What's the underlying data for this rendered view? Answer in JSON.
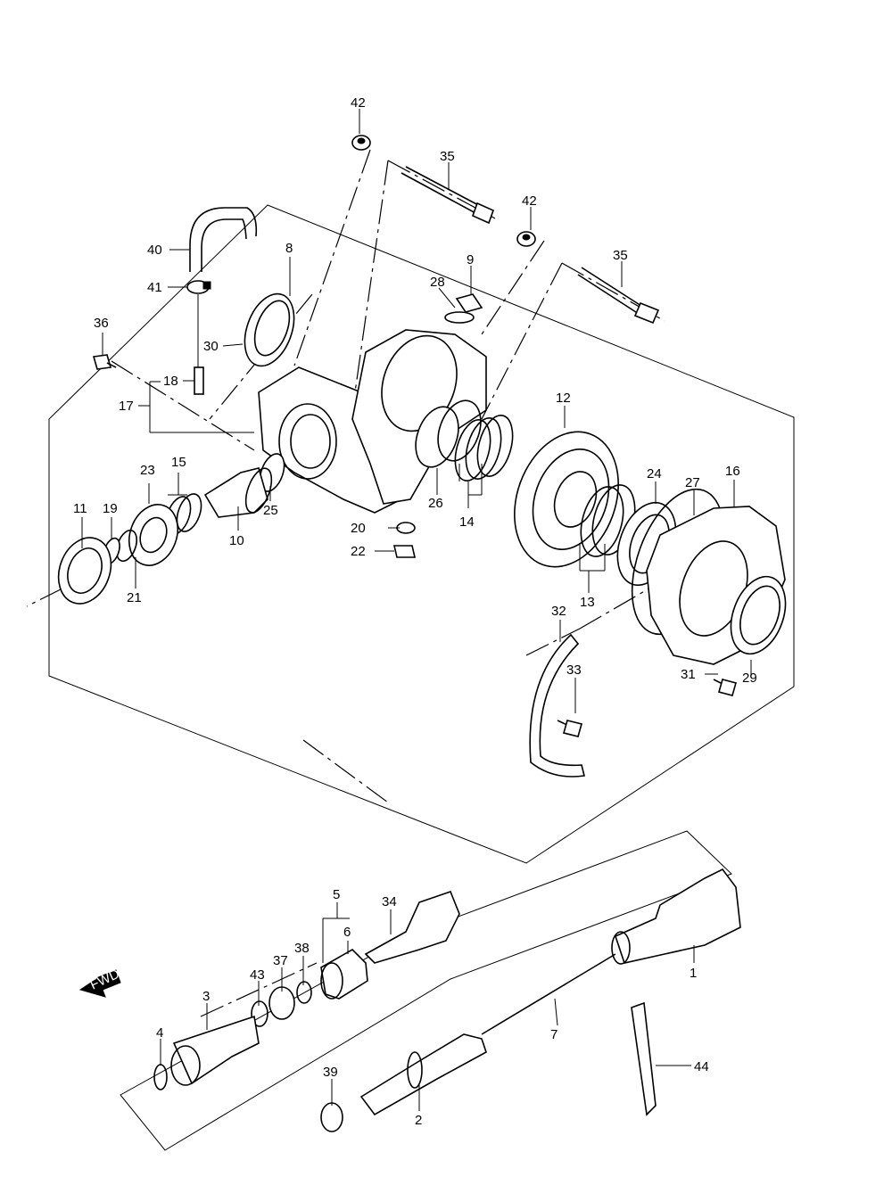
{
  "labels": {
    "p1": "1",
    "p2": "2",
    "p3": "3",
    "p4": "4",
    "p5": "5",
    "p6": "6",
    "p7": "7",
    "p8": "8",
    "p9": "9",
    "p10": "10",
    "p11": "11",
    "p12": "12",
    "p13": "13",
    "p14": "14",
    "p15": "15",
    "p16": "16",
    "p17": "17",
    "p18": "18",
    "p19": "19",
    "p20": "20",
    "p21": "21",
    "p22": "22",
    "p23": "23",
    "p24": "24",
    "p25": "25",
    "p26": "26",
    "p27": "27",
    "p28": "28",
    "p29": "29",
    "p30": "30",
    "p31": "31",
    "p32": "32",
    "p33": "33",
    "p34": "34",
    "p35a": "35",
    "p35b": "35",
    "p36": "36",
    "p37": "37",
    "p38": "38",
    "p39": "39",
    "p40": "40",
    "p41": "41",
    "p42a": "42",
    "p42b": "42",
    "p43": "43",
    "p44": "44"
  },
  "fwd_label": "FWD"
}
